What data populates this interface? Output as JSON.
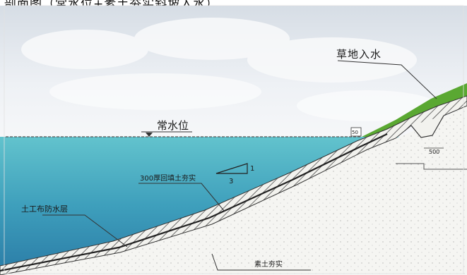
{
  "top_caption": "剖面图（常水位+素土夯实斜坡入水）",
  "labels": {
    "grass": "草地入水",
    "normal_water_level": "常水位",
    "backfill": "300厚回填土夯实",
    "geotextile": "土工布防水层",
    "compacted_soil": "素土夯实",
    "dim_500": "500",
    "dim_50": "50",
    "slope_rise": "1",
    "slope_run": "3"
  },
  "colors": {
    "water_top": "#66c6cf",
    "water_bottom": "#2d7fa8",
    "grass": "#5aa832",
    "sky": "#e9eef3",
    "soil": "#f3f3ef",
    "hatch": "#555555"
  }
}
